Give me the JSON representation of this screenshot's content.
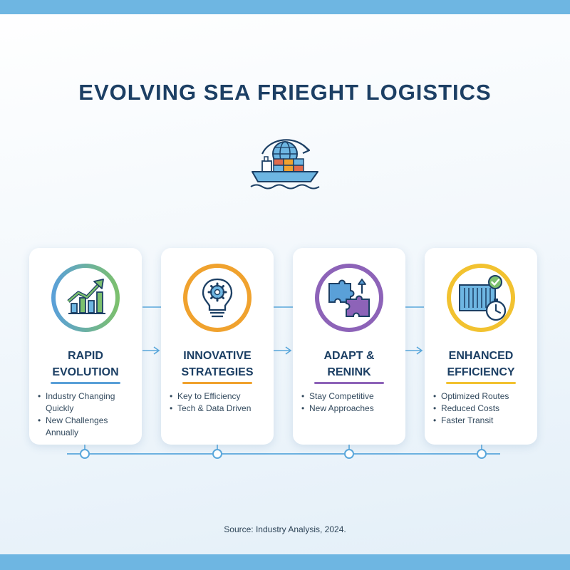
{
  "title": "EVOLVING SEA FRIEGHT LOGISTICS",
  "hero_icon": "cargo-ship-globe-icon",
  "cards": [
    {
      "title_lines": [
        "RAPID",
        "EVOLUTION"
      ],
      "icon": "growth-chart-icon",
      "accent": "#5aa0d8",
      "bullets": [
        "Industry Changing Quickly",
        "New Challenges",
        "Annually"
      ]
    },
    {
      "title_lines": [
        "INNOVATIVE",
        "STRATEGIES"
      ],
      "icon": "lightbulb-gear-icon",
      "accent": "#f0a22e",
      "bullets": [
        "Key to Efficiency",
        "Tech & Data Driven"
      ]
    },
    {
      "title_lines": [
        "ADAPT &",
        "RENINK"
      ],
      "icon": "puzzle-icon",
      "accent": "#8d63b8",
      "bullets": [
        "Stay Competitive",
        "New Approaches"
      ]
    },
    {
      "title_lines": [
        "ENHANCED",
        "EFFICIENCY"
      ],
      "icon": "container-clock-icon",
      "accent": "#f2c230",
      "bullets": [
        "Optimized Routes",
        "Reduced Costs",
        "Faster Transit"
      ]
    }
  ],
  "source": "Source: Industry Analysis, 2024."
}
